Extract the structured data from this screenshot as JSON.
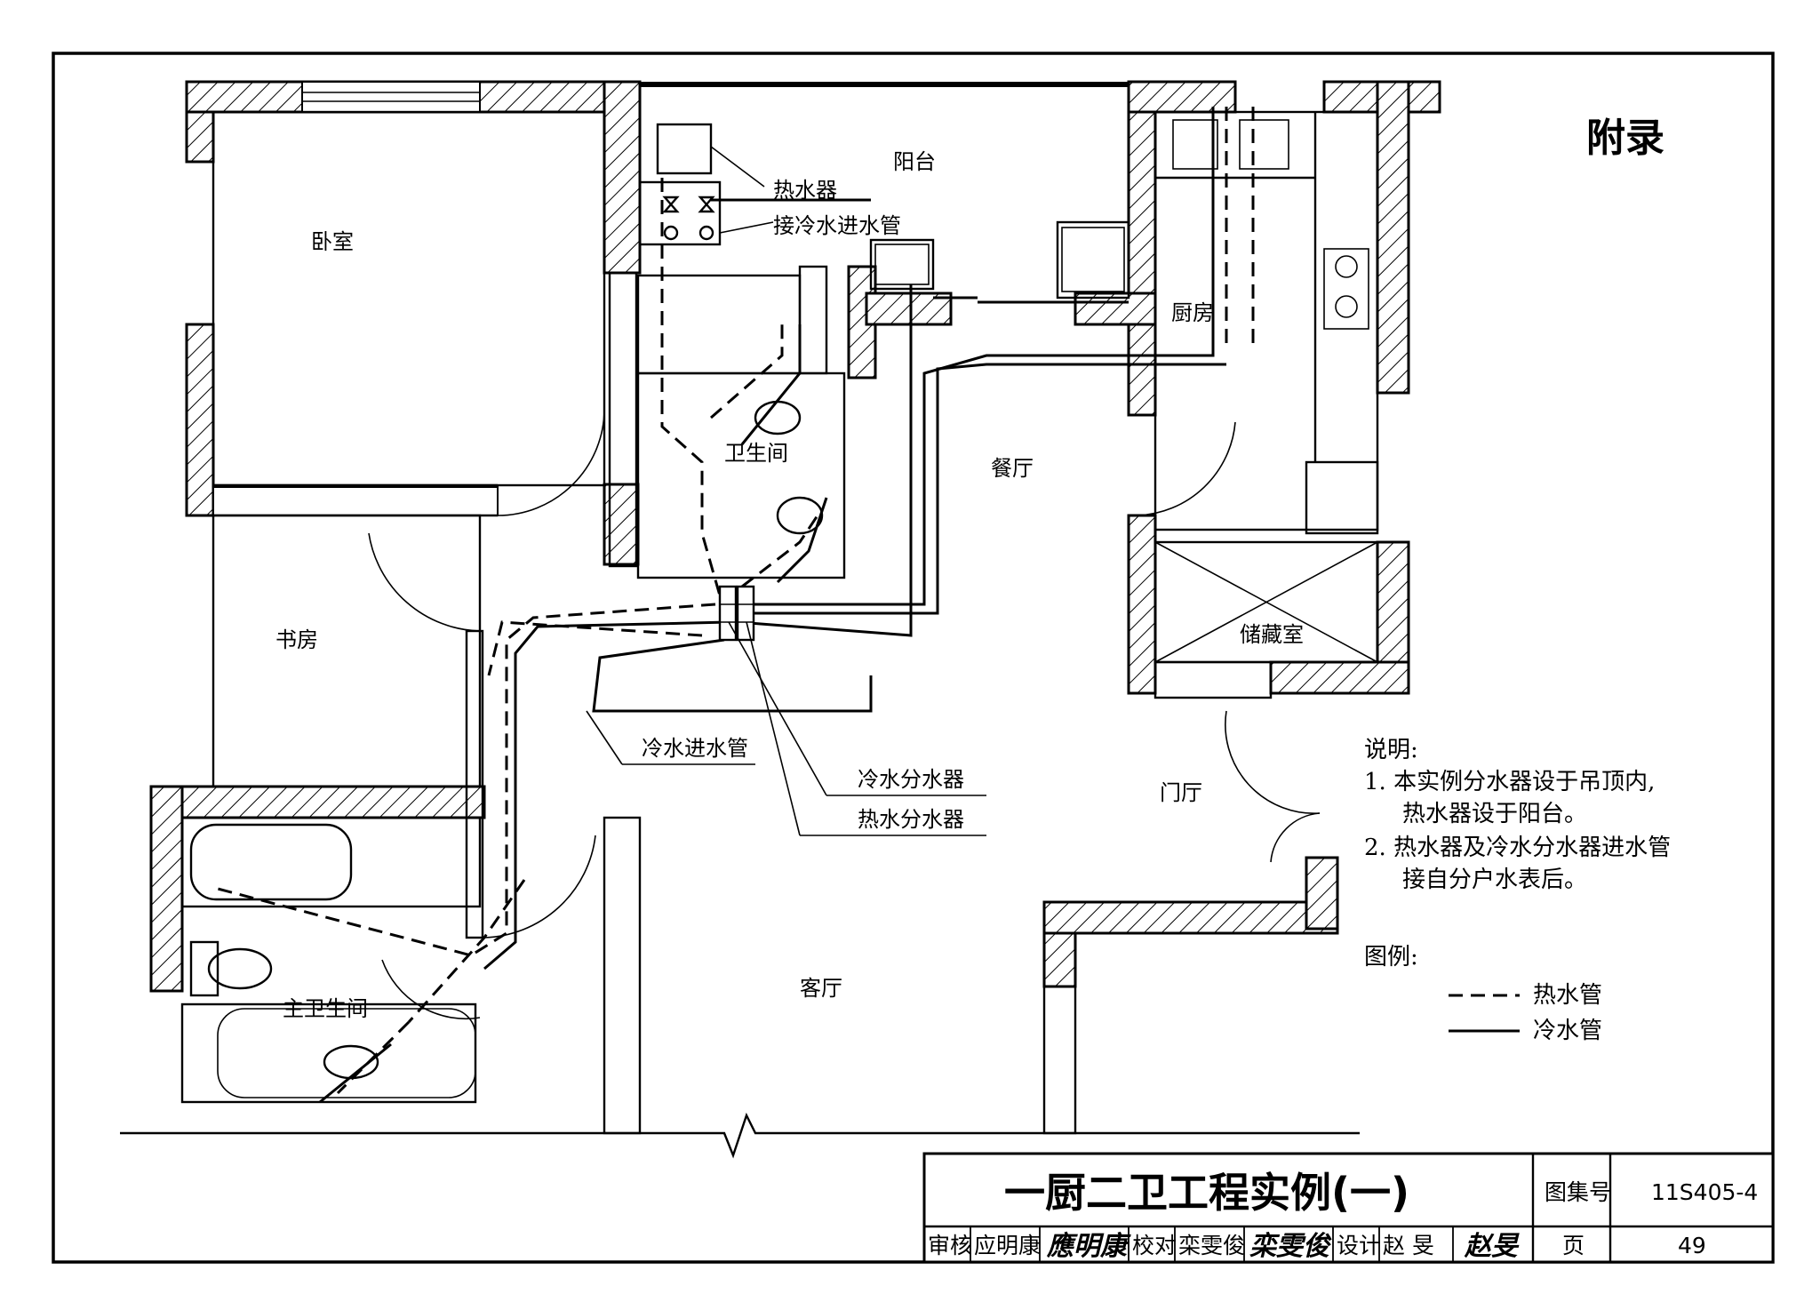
{
  "appendix_label": "附录",
  "rooms": {
    "bedroom": "卧室",
    "study": "书房",
    "balcony": "阳台",
    "bathroom": "卫生间",
    "kitchen": "厨房",
    "dining": "餐厅",
    "storage": "储藏室",
    "foyer": "门厅",
    "living": "客厅",
    "master_bath": "主卫生间"
  },
  "callouts": {
    "water_heater": "热水器",
    "cold_inlet_connect": "接冷水进水管",
    "cold_inlet": "冷水进水管",
    "cold_manifold": "冷水分水器",
    "hot_manifold": "热水分水器"
  },
  "notes": {
    "heading": "说明:",
    "item1_line1": "1. 本实例分水器设于吊顶内,",
    "item1_line2": "热水器设于阳台。",
    "item2_line1": "2. 热水器及冷水分水器进水管",
    "item2_line2": "接自分户水表后。"
  },
  "legend": {
    "heading": "图例:",
    "hot_pipe": "热水管",
    "cold_pipe": "冷水管"
  },
  "title_block": {
    "title": "一厨二卫工程实例(一)",
    "atlas_label": "图集号",
    "atlas_no": "11S405-4",
    "page_label": "页",
    "page_no": "49",
    "review_label": "审核",
    "reviewer": "应明康",
    "reviewer_sig": "應明康",
    "check_label": "校对",
    "checker": "栾雯俊",
    "checker_sig": "栾雯俊",
    "design_label": "设计",
    "designer": "赵 旻",
    "designer_sig": "赵旻"
  },
  "colors": {
    "ink": "#000000",
    "paper": "#ffffff"
  }
}
